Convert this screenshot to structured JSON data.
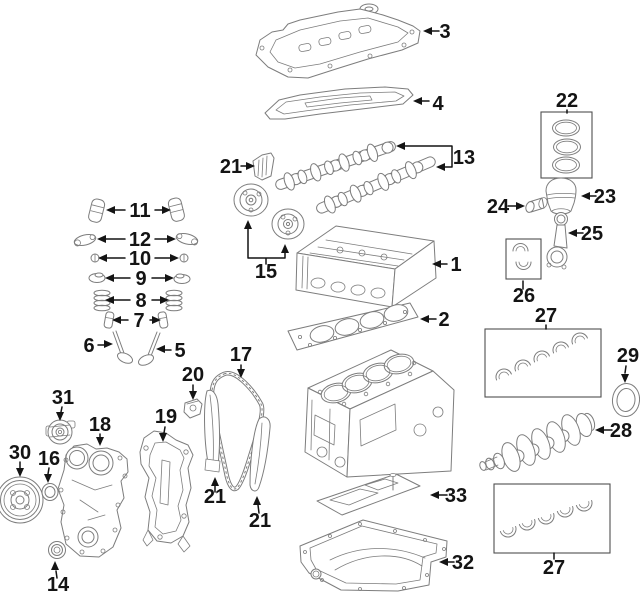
{
  "diagram": {
    "kind": "engine-exploded-parts-diagram",
    "background": "#ffffff"
  },
  "colors": {
    "part_outline": "#7d7d7d",
    "callout_ink": "#141414",
    "box_outline": "#4f4f4f"
  },
  "callouts": [
    {
      "label": "3",
      "target": "valve-cover"
    },
    {
      "label": "4",
      "target": "valve-cover-gasket"
    },
    {
      "label": "13",
      "target": "camshafts"
    },
    {
      "label": "21",
      "target": "upper-chain-guide"
    },
    {
      "label": "15",
      "target": "camshaft-sprockets"
    },
    {
      "label": "1",
      "target": "cylinder-head"
    },
    {
      "label": "2",
      "target": "head-gasket"
    },
    {
      "label": "11",
      "target": "valve-lash-adjusters"
    },
    {
      "label": "12",
      "target": "rocker-arms"
    },
    {
      "label": "10",
      "target": "valve-keepers"
    },
    {
      "label": "9",
      "target": "spring-retainers"
    },
    {
      "label": "8",
      "target": "valve-springs"
    },
    {
      "label": "7",
      "target": "valve-stem-seals"
    },
    {
      "label": "6",
      "target": "intake-valve"
    },
    {
      "label": "5",
      "target": "exhaust-valve"
    },
    {
      "label": "17",
      "target": "timing-chain"
    },
    {
      "label": "20",
      "target": "chain-tensioner"
    },
    {
      "label": "21",
      "target": "left-chain-guide"
    },
    {
      "label": "21",
      "target": "right-chain-guide"
    },
    {
      "label": "31",
      "target": "oil-pump"
    },
    {
      "label": "18",
      "target": "front-cover"
    },
    {
      "label": "19",
      "target": "cover-plate"
    },
    {
      "label": "30",
      "target": "crankshaft-pulley"
    },
    {
      "label": "16",
      "target": "front-cover-seal"
    },
    {
      "label": "14",
      "target": "crankshaft-front-seal"
    },
    {
      "label": "22",
      "target": "piston-ring-set"
    },
    {
      "label": "23",
      "target": "piston"
    },
    {
      "label": "24",
      "target": "piston-pin"
    },
    {
      "label": "25",
      "target": "connecting-rod"
    },
    {
      "label": "26",
      "target": "connecting-rod-bearings"
    },
    {
      "label": "27",
      "target": "upper-main-bearings"
    },
    {
      "label": "29",
      "target": "rear-main-seal"
    },
    {
      "label": "28",
      "target": "crankshaft"
    },
    {
      "label": "27",
      "target": "lower-main-bearings"
    },
    {
      "label": "33",
      "target": "oil-baffle"
    },
    {
      "label": "32",
      "target": "oil-pan"
    }
  ]
}
